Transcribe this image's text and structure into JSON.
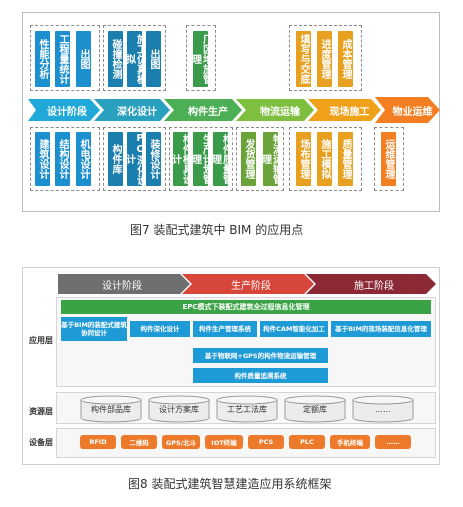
{
  "fig7": {
    "caption": "图7   装配式建筑中 BIM 的应用点",
    "stages": [
      {
        "label": "设计阶段",
        "color": "#1fa8d8"
      },
      {
        "label": "深化设计",
        "color": "#2aa0bf"
      },
      {
        "label": "构件生产",
        "color": "#4caf55"
      },
      {
        "label": "物流运输",
        "color": "#7fbf3f"
      },
      {
        "label": "现场施工",
        "color": "#f0a11a"
      },
      {
        "label": "物业运维",
        "color": "#f37f22"
      }
    ],
    "top_boxes": [
      {
        "label": "性能分析",
        "color": "#1c8fcf"
      },
      {
        "label": "工程量统计",
        "color": "#1c8fcf"
      },
      {
        "label": "出图",
        "color": "#1c8fcf"
      },
      {
        "label": "碰撞检测",
        "color": "#1a7fae"
      },
      {
        "label": "施工仿真模拟",
        "color": "#1a7fae"
      },
      {
        "label": "出图",
        "color": "#1a7fae"
      },
      {
        "label": "厂区堆放管理",
        "color": "#3a9c4a"
      },
      {
        "label": "填写与交底",
        "color": "#e7a01f"
      },
      {
        "label": "进度管理",
        "color": "#e7a01f"
      },
      {
        "label": "成本管理",
        "color": "#e7a01f"
      }
    ],
    "bottom_boxes": [
      {
        "label": "建筑设计",
        "color": "#1c8fcf"
      },
      {
        "label": "结构设计",
        "color": "#1c8fcf"
      },
      {
        "label": "机电设计",
        "color": "#1c8fcf"
      },
      {
        "label": "构件库",
        "color": "#1a7fae"
      },
      {
        "label": "PC深化设计",
        "color": "#1a7fae"
      },
      {
        "label": "装修设计",
        "color": "#1a7fae"
      },
      {
        "label": "构件模具设计",
        "color": "#3a9c4a"
      },
      {
        "label": "生产计划管理",
        "color": "#3a9c4a"
      },
      {
        "label": "构件质量管理",
        "color": "#3a9c4a"
      },
      {
        "label": "发货管理",
        "color": "#6aa33a"
      },
      {
        "label": "物流运输管理",
        "color": "#6aa33a"
      },
      {
        "label": "场布管理",
        "color": "#e7a01f"
      },
      {
        "label": "施工模拟",
        "color": "#e7a01f"
      },
      {
        "label": "质量管理",
        "color": "#e7a01f"
      },
      {
        "label": "运维管理",
        "color": "#f37f22"
      }
    ]
  },
  "fig8": {
    "caption": "图8   装配式建筑智慧建造应用系统框架",
    "phases": [
      {
        "label": "设计阶段",
        "color": "#6f6f6f"
      },
      {
        "label": "生产阶段",
        "color": "#d7463a"
      },
      {
        "label": "施工阶段",
        "color": "#8b2a36"
      }
    ],
    "layers": {
      "app": "应用层",
      "resource": "资源层",
      "device": "设备层"
    },
    "epc_bar": "EPC模式下装配式建筑全过程信息化管理",
    "app_boxes": [
      "基于BIM的装配式建筑协同设计",
      "构件深化设计",
      "构件生产管理系统",
      "构件CAM智能化加工",
      "基于BIM的现场装配信息化管理",
      "基于物联网+GPS的构件物流运输管理",
      "构件质量追溯系统"
    ],
    "databases": [
      "构件部品库",
      "设计方案库",
      "工艺工法库",
      "定额库",
      "……"
    ],
    "devices": [
      "RFID",
      "二维码",
      "GPS/北斗",
      "IOT终端",
      "PCS",
      "PLC",
      "手机终端",
      "……"
    ]
  }
}
